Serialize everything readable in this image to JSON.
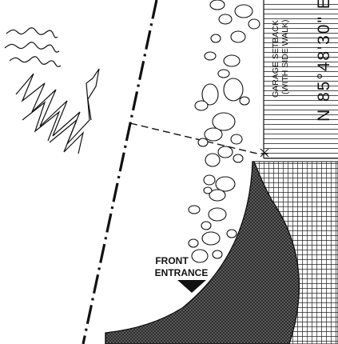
{
  "labels": {
    "front_entrance_line1": "FRONT",
    "front_entrance_line2": "ENTRANCE",
    "garage_line1": "GARAGE SETBACK",
    "garage_line2": "(WITH SIDE WALK)",
    "bearing": "N 85°48'30\" E"
  },
  "colors": {
    "ink": "#111111",
    "paper": "#ffffff"
  }
}
